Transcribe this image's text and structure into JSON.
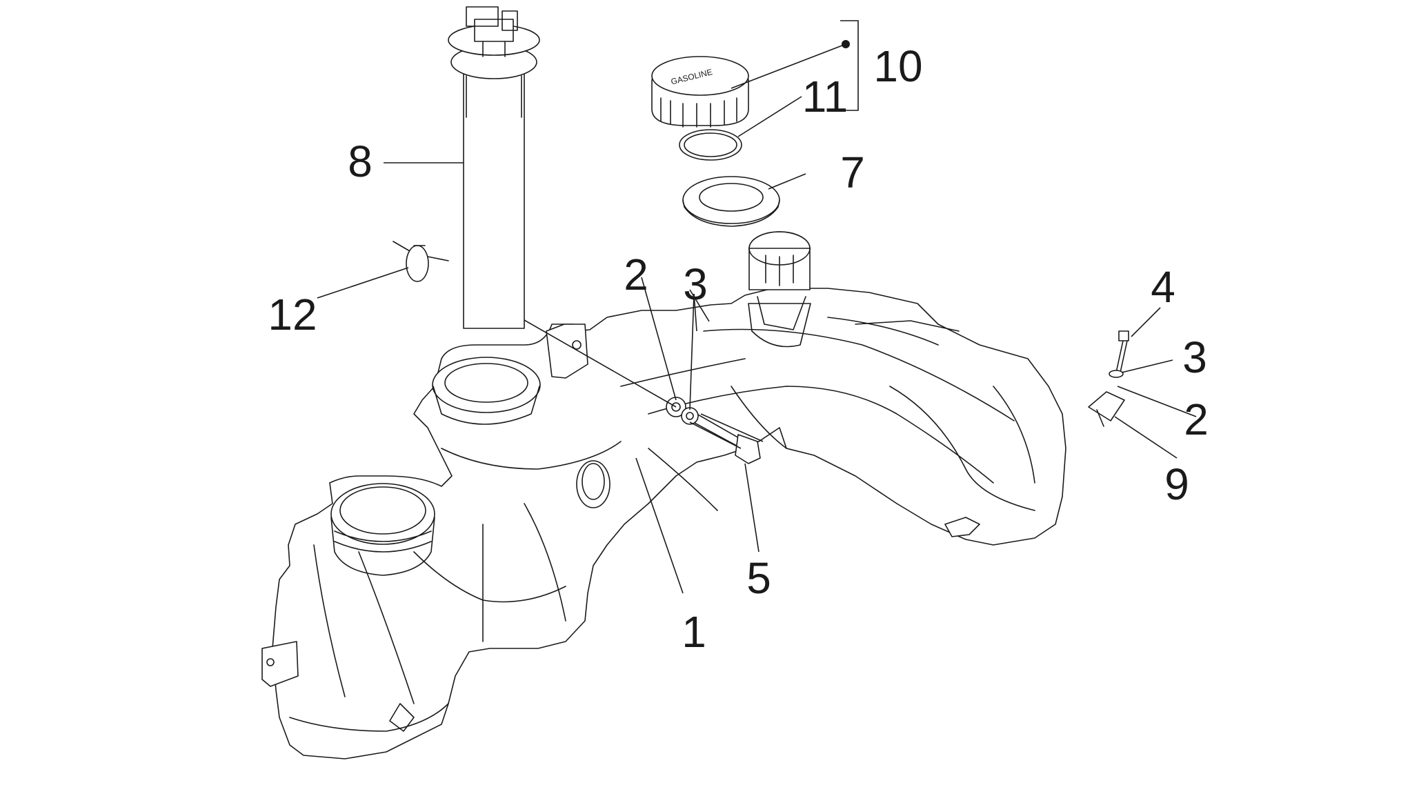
{
  "diagram": {
    "callouts": [
      {
        "id": "callout-1",
        "label": "1"
      },
      {
        "id": "callout-2a",
        "label": "2"
      },
      {
        "id": "callout-3a",
        "label": "3"
      },
      {
        "id": "callout-4",
        "label": "4"
      },
      {
        "id": "callout-3b",
        "label": "3"
      },
      {
        "id": "callout-2b",
        "label": "2"
      },
      {
        "id": "callout-9",
        "label": "9"
      },
      {
        "id": "callout-5",
        "label": "5"
      },
      {
        "id": "callout-7",
        "label": "7"
      },
      {
        "id": "callout-8",
        "label": "8"
      },
      {
        "id": "callout-10",
        "label": "10"
      },
      {
        "id": "callout-11",
        "label": "11"
      },
      {
        "id": "callout-12",
        "label": "12"
      }
    ],
    "cap_text": "GASOLINE"
  },
  "colors": {
    "line": "#1a1a1a",
    "background": "#ffffff"
  }
}
